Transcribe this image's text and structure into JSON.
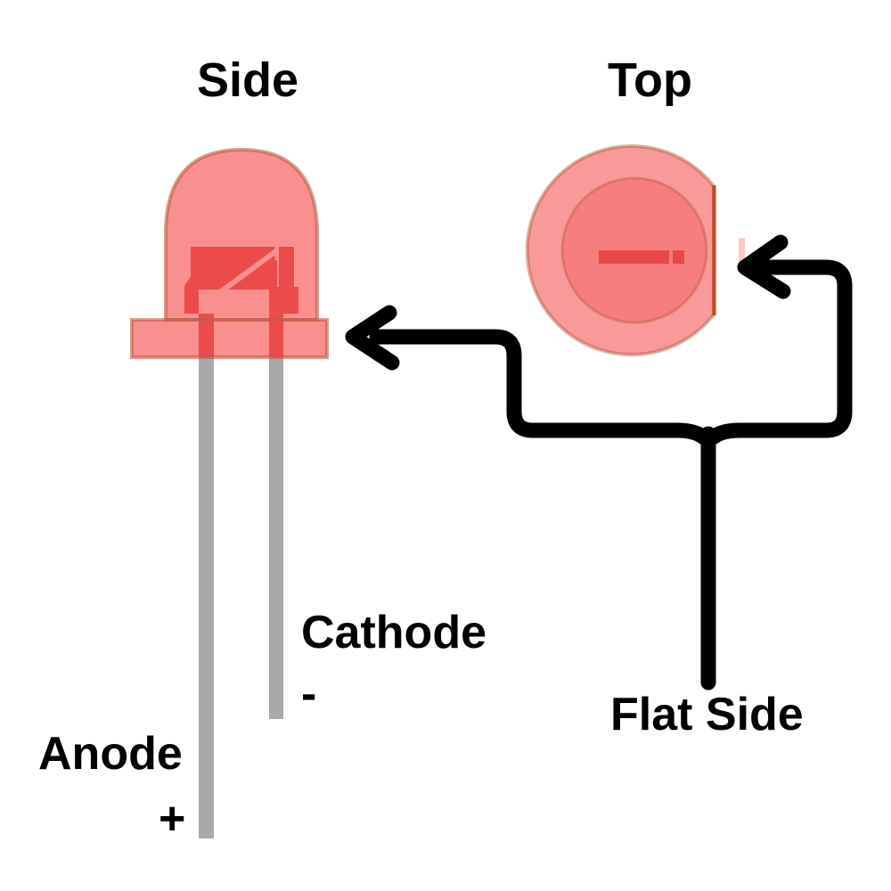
{
  "side_view": {
    "title": "Side",
    "labels": {
      "anode": "Anode",
      "anode_symbol": "+",
      "cathode": "Cathode",
      "cathode_symbol": "-"
    }
  },
  "top_view": {
    "title": "Top",
    "flat_side_label": "Flat Side"
  },
  "colors": {
    "led_body_pink": "#f98f8f",
    "led_internal_red": "#e25252",
    "lead_gray": "#a9a9a9",
    "polarity_bar_red": "#e84848",
    "flat_edge_orange": "#c3491c",
    "arrow_black": "#000000",
    "label_black": "#000000"
  }
}
